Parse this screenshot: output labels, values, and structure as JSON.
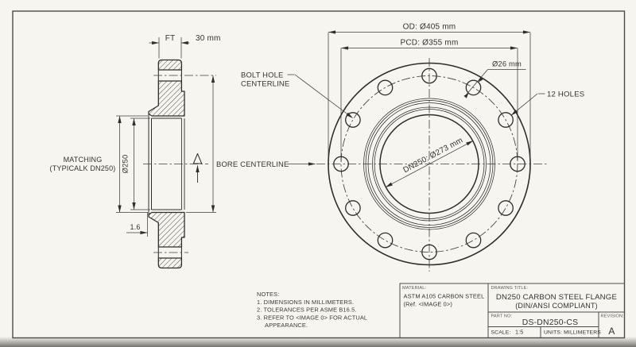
{
  "drawing": {
    "section_view": {
      "ft": "FT",
      "thickness": "30 mm",
      "matching_1": "MATCHING",
      "matching_2": "(TYPICALK DN250)",
      "bore_diameter": "Ø250",
      "finish": "1.6",
      "bolt_hole_centerline_1": "BOLT HOLE",
      "bolt_hole_centerline_2": "CENTERLINE",
      "bore_centerline": "BORE CENTERLINE"
    },
    "front_view": {
      "outer_diameter": "OD: Ø405 mm",
      "pitch_circle_diameter": "PCD: Ø355 mm",
      "hole_diameter": "Ø26 mm",
      "hole_count": "12 HOLES",
      "bore": "DN250: Ø273 mm"
    },
    "notes": {
      "heading": "NOTES:",
      "line_1": "1. DIMENSIONS IN MILLIMETERS.",
      "line_2": "2. TOLERANCES PER ASME B16.5.",
      "line_3": "3. REFER TO <IMAGE 0> FOR ACTUAL",
      "line_4": "APPEARANCE."
    },
    "title_block": {
      "material_label": "MATERIAL:",
      "material_1": "ASTM A105 CARBON STEEL",
      "material_2": "(Ref. <IMAGE 0>)",
      "drawing_title_label": "DRAWING TITLE:",
      "title_1": "DN250 CARBON STEEL FLANGE",
      "title_2": "(DIN/ANSI COMPLIANT)",
      "part_no_label": "PART NO:",
      "part_no": "DS-DN250-CS",
      "revision_label": "REVISION:",
      "revision": "A",
      "scale_label": "SCALE:",
      "scale_value": "1:5",
      "units": "UNITS: MILLIMETERS"
    },
    "colors": {
      "paper": "#f6f5f0",
      "line": "#2e2e2e"
    }
  }
}
